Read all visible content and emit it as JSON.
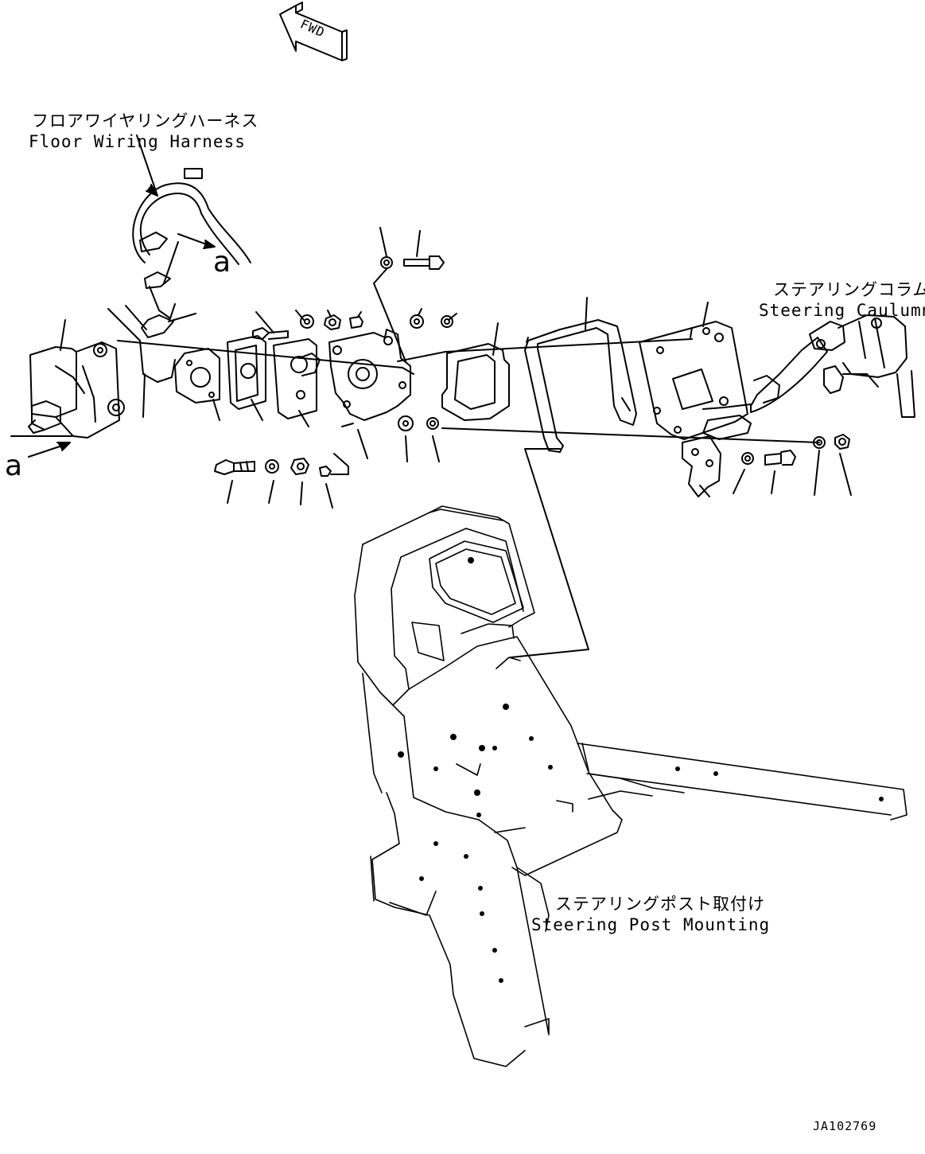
{
  "fwd_marker": "FWD",
  "labels": {
    "floor_harness_jp": "フロアワイヤリングハーネス",
    "floor_harness_en": "Floor Wiring Harness",
    "steering_column_jp": "ステアリングコラム",
    "steering_column_en": "Steering Caulumn",
    "steering_post_jp": "ステアリングポスト取付け",
    "steering_post_en": "Steering Post Mounting"
  },
  "callouts": {
    "upper": "a",
    "lower": "a"
  },
  "doc_id": "JA102769"
}
